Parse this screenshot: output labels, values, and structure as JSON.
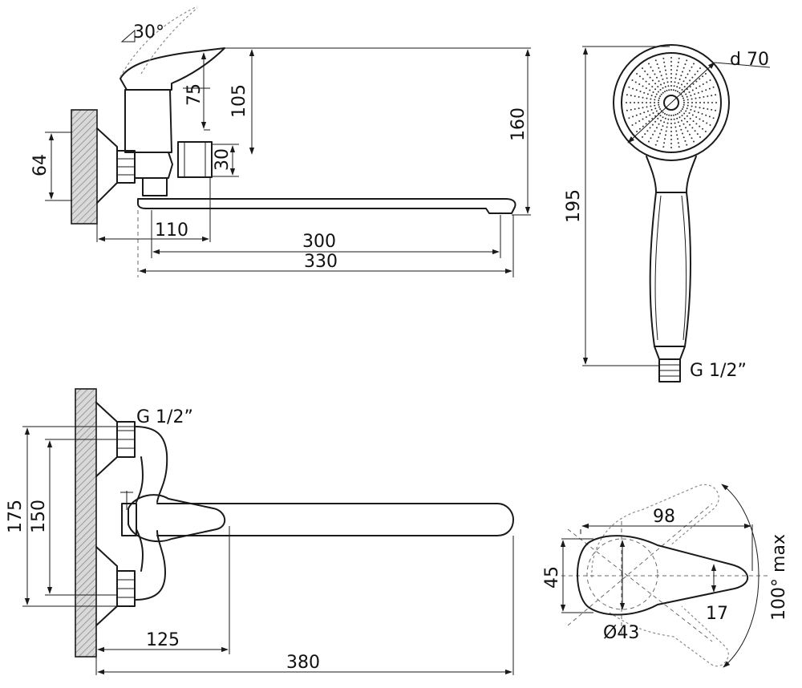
{
  "drawing": {
    "side_view": {
      "lever_angle": "30°",
      "dim_lever_height": "75",
      "dim_spout_height": "105",
      "dim_total_height": "160",
      "dim_connector_height": "30",
      "dim_wall_plate": "64",
      "dim_body_offset": "110",
      "dim_spout_length": "300",
      "dim_spout_reach": "330"
    },
    "shower_head": {
      "dim_diameter": "d 70",
      "dim_length": "195",
      "thread": "G 1/2”"
    },
    "top_view": {
      "thread": "G 1/2”",
      "dim_outer_centers": "175",
      "dim_centers": "150",
      "dim_body_offset": "125",
      "dim_total_reach": "380"
    },
    "lever_detail": {
      "dim_length": "98",
      "dim_width": "45",
      "dim_tip": "17",
      "dim_hub": "Ø43",
      "rotation": "100° max"
    }
  }
}
